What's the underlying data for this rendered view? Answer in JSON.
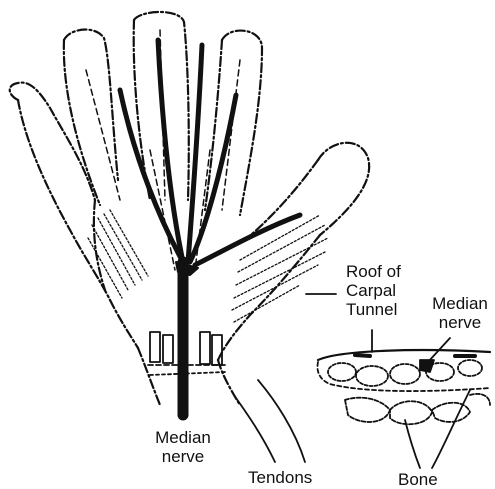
{
  "labels": {
    "median_nerve_hand_line1": "Median",
    "median_nerve_hand_line2": "nerve",
    "tendons": "Tendons",
    "roof_line1": "Roof of",
    "roof_line2": "Carpal",
    "roof_line3": "Tunnel",
    "median_nerve_section_line1": "Median",
    "median_nerve_section_line2": "nerve",
    "bone": "Bone"
  }
}
